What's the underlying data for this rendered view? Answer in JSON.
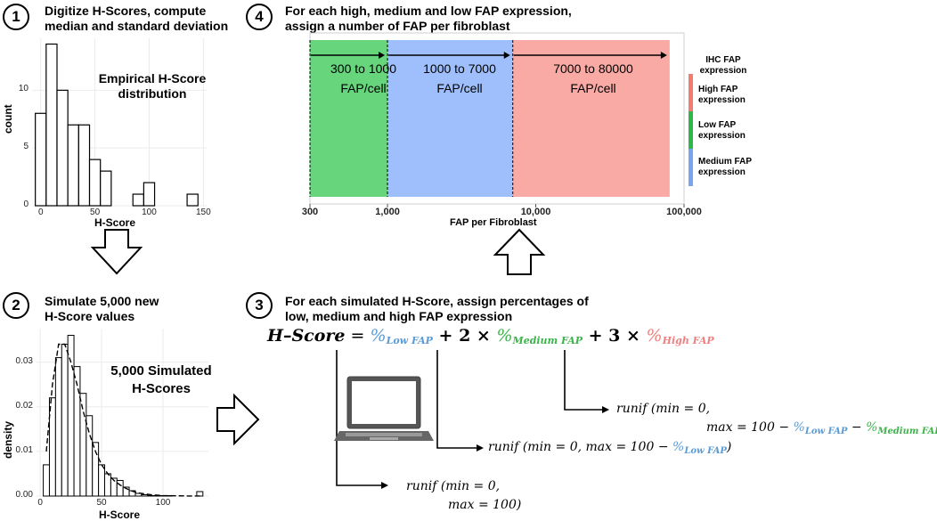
{
  "steps": {
    "s1": {
      "num": "1",
      "title": "Digitize H-Scores, compute\nmedian and standard deviation"
    },
    "s2": {
      "num": "2",
      "title": "Simulate 5,000 new\nH-Score values"
    },
    "s3": {
      "num": "3",
      "title": "For each simulated H-Score, assign percentages of\nlow, medium and high FAP expression"
    },
    "s4": {
      "num": "4",
      "title": "For each high, medium and low FAP expression,\nassign a number of FAP per fibroblast"
    }
  },
  "hist1": {
    "panel_title": "Empirical H-Score\ndistribution",
    "xlabel": "H-Score",
    "ylabel": "count",
    "x_ticks": [
      "0",
      "50",
      "100",
      "150"
    ],
    "y_ticks": [
      "0",
      "5",
      "10"
    ],
    "colors": {
      "bar_fill": "#ffffff",
      "bar_stroke": "#000000",
      "grid": "#e6e6e6"
    }
  },
  "hist2": {
    "panel_title": "5,000 Simulated\nH-Scores",
    "xlabel": "H-Score",
    "ylabel": "density",
    "x_ticks": [
      "0",
      "50",
      "100"
    ],
    "y_ticks": [
      "0.00",
      "0.01",
      "0.02",
      "0.03"
    ]
  },
  "fap_chart": {
    "xlabel": "FAP per Fibroblast",
    "x_ticks": [
      "300",
      "1,000",
      "10,000",
      "100,000"
    ],
    "bands": [
      {
        "label": "300 to 1000\nFAP/cell",
        "color": "#66d57c"
      },
      {
        "label": "1000 to 7000\nFAP/cell",
        "color": "#9ebffb"
      },
      {
        "label": "7000 to 80000\nFAP/cell",
        "color": "#f9aaa4"
      }
    ],
    "legend": {
      "title": "IHC FAP\nexpression",
      "items": [
        {
          "label": "High FAP\nexpression",
          "color": "#f37b70"
        },
        {
          "label": "Low FAP\nexpression",
          "color": "#2db84a"
        },
        {
          "label": "Medium FAP\nexpression",
          "color": "#78a4f0"
        }
      ]
    }
  },
  "formula": {
    "lhs": "H–Score",
    "eq": " = ",
    "pct": "%",
    "low_sub": "Low FAP",
    "medium_sub": "Medium FAP",
    "high_sub": "High FAP",
    "plus2": " + 2 × ",
    "plus3": " + 3 × ",
    "low_color": "#5b9bd5",
    "medium_color": "#3cb44b",
    "high_color": "#f08080"
  },
  "runif": {
    "high_line1": "runif (min = 0,",
    "high_line2": "max = 100 − ",
    "high_minus": " − ",
    "high_close": ")",
    "medium_text": "runif (min = 0, max = 100 − ",
    "medium_close": ")",
    "low_line1": "runif (min = 0,",
    "low_line2": "max = 100)"
  },
  "chart_data": [
    {
      "type": "bar",
      "title": "Empirical H-Score distribution",
      "xlabel": "H-Score",
      "ylabel": "count",
      "bin_width": 10,
      "x": [
        0,
        10,
        20,
        30,
        40,
        50,
        60,
        70,
        80,
        90,
        100,
        110,
        120,
        130,
        140
      ],
      "values": [
        8,
        14,
        10,
        7,
        7,
        4,
        3,
        0,
        0,
        1,
        2,
        0,
        0,
        0,
        1
      ],
      "xlim": [
        -8,
        153
      ],
      "ylim": [
        0,
        14.5
      ]
    },
    {
      "type": "bar",
      "title": "5,000 Simulated H-Scores",
      "xlabel": "H-Score",
      "ylabel": "density",
      "bin_width": 5,
      "x": [
        5,
        10,
        15,
        20,
        25,
        30,
        35,
        40,
        45,
        50,
        55,
        60,
        65,
        70,
        75,
        80,
        85,
        90,
        95,
        100,
        105,
        110,
        115,
        120,
        125,
        130
      ],
      "values": [
        0.007,
        0.022,
        0.031,
        0.034,
        0.036,
        0.029,
        0.023,
        0.018,
        0.012,
        0.007,
        0.005,
        0.004,
        0.0035,
        0.002,
        0.0012,
        0.0006,
        0.0003,
        0.0001,
        0.0001,
        0.0001,
        0.0001,
        0,
        0,
        0,
        0,
        0.001
      ],
      "density_curve": {
        "x": [
          5,
          10,
          15,
          20,
          25,
          30,
          35,
          40,
          45,
          50,
          55,
          60,
          65,
          70,
          75,
          80,
          90,
          100,
          110,
          120,
          130
        ],
        "y": [
          0.01,
          0.025,
          0.034,
          0.034,
          0.03,
          0.025,
          0.019,
          0.014,
          0.01,
          0.007,
          0.005,
          0.0035,
          0.0025,
          0.0017,
          0.0011,
          0.0007,
          0.0003,
          0.0001,
          5e-05,
          2e-05,
          1e-05
        ]
      },
      "xlim": [
        -3,
        137
      ],
      "ylim": [
        0,
        0.0375
      ]
    },
    {
      "type": "area",
      "title": "",
      "xlabel": "FAP per Fibroblast",
      "x_scale": "log",
      "xlim": [
        300,
        100000
      ],
      "ranges": [
        {
          "name": "Low FAP expression",
          "from": 300,
          "to": 1000
        },
        {
          "name": "Medium FAP expression",
          "from": 1000,
          "to": 7000
        },
        {
          "name": "High FAP expression",
          "from": 7000,
          "to": 80000
        }
      ]
    }
  ]
}
